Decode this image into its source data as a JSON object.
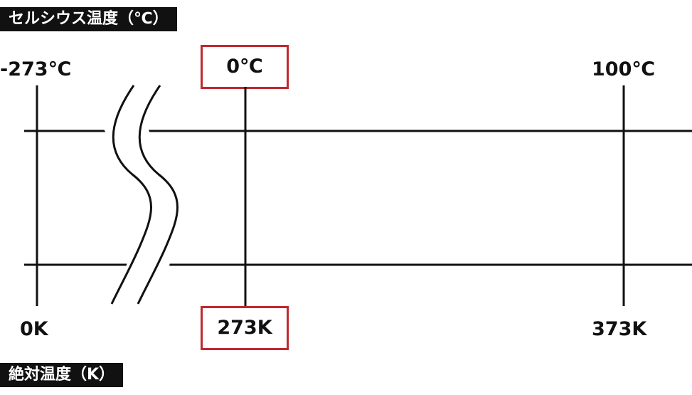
{
  "celsius_scale": {
    "title": "セルシウス温度（℃）",
    "ticks": [
      "-273℃",
      "0℃",
      "100℃"
    ]
  },
  "kelvin_scale": {
    "title": "絶対温度（K）",
    "ticks": [
      "0K",
      "273K",
      "373K"
    ]
  },
  "colors": {
    "line": "#111111",
    "highlight_border": "#c0282d",
    "title_background": "#111111",
    "title_text": "#ffffff"
  }
}
